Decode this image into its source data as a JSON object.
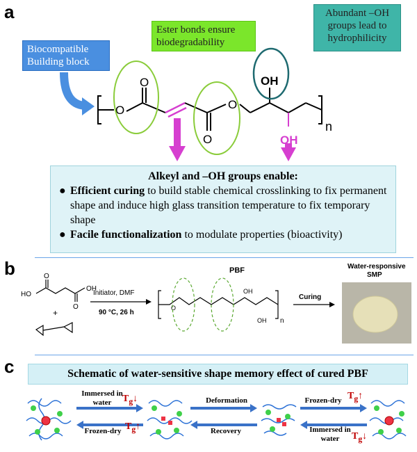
{
  "panel_a": {
    "letter": "a",
    "box_biocompatible": "Biocompatible Building block",
    "box_ester": "Ester bonds ensure biodegradability",
    "box_oh": "Abundant –OH groups lead to hydrophilicity",
    "structure": {
      "o1": "O",
      "o2": "O",
      "o3": "O",
      "o4": "O",
      "oh_top": "OH",
      "oh_bottom": "OH",
      "n": "n"
    },
    "properties": {
      "heading": "Alkeyl and –OH groups enable:",
      "item1_bold": "Efficient curing",
      "item1_rest": " to build stable chemical crosslinking to fix permanent shape and induce high glass transition temperature to fix temporary shape",
      "item2_bold": "Facile functionalization",
      "item2_rest": " to modulate properties (bioactivity)"
    },
    "colors": {
      "blue": "#4a8fe0",
      "green": "#7be62b",
      "teal": "#3fb5a8",
      "magenta": "#d63fd0",
      "circle_green": "#8acc3a",
      "circle_teal": "#1e6a70"
    }
  },
  "panel_b": {
    "letter": "b",
    "reactant_ho": "HO",
    "reactant_o1": "O",
    "reactant_o2": "O",
    "reactant_oh": "OH",
    "plus": "+",
    "reagents": "Initiator, DMF",
    "conditions": "90 °C, 26 h",
    "product_label": "PBF",
    "curing": "Curing",
    "smp_label": "Water-responsive SMP",
    "structure": {
      "o": "O",
      "oh1": "OH",
      "oh2": "OH",
      "n": "n"
    }
  },
  "panel_c": {
    "letter": "c",
    "title": "Schematic of water-sensitive shape memory effect of cured PBF",
    "arrow1_top": "Immersed in water",
    "arrow1_bottom": "Frozen-dry",
    "arrow2_top": "Deformation",
    "arrow2_bottom": "Recovery",
    "arrow3_top": "Frozen-dry",
    "arrow3_bottom": "Immersed in water",
    "tg": "T",
    "tg_sub": "g"
  }
}
